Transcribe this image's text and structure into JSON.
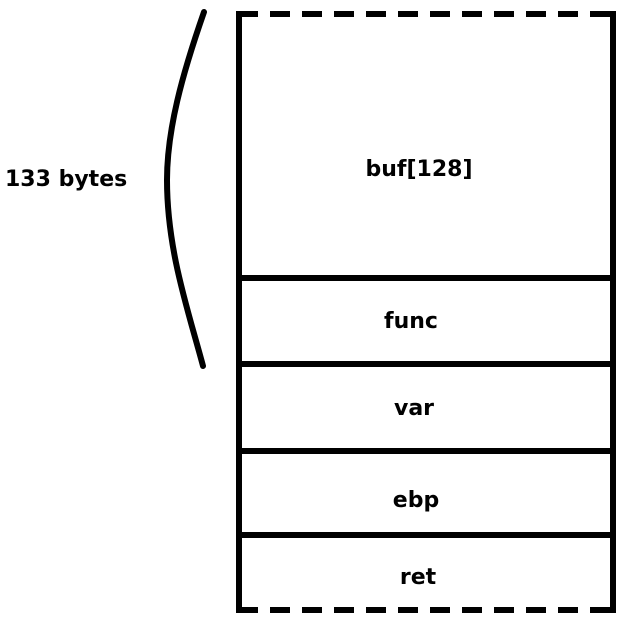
{
  "size_annotation": {
    "label": "133 bytes"
  },
  "stack": {
    "cells": [
      {
        "label": "buf[128]"
      },
      {
        "label": "func"
      },
      {
        "label": "var"
      },
      {
        "label": "ebp"
      },
      {
        "label": "ret"
      }
    ]
  },
  "colors": {
    "stroke": "#000000",
    "background": "#ffffff"
  }
}
